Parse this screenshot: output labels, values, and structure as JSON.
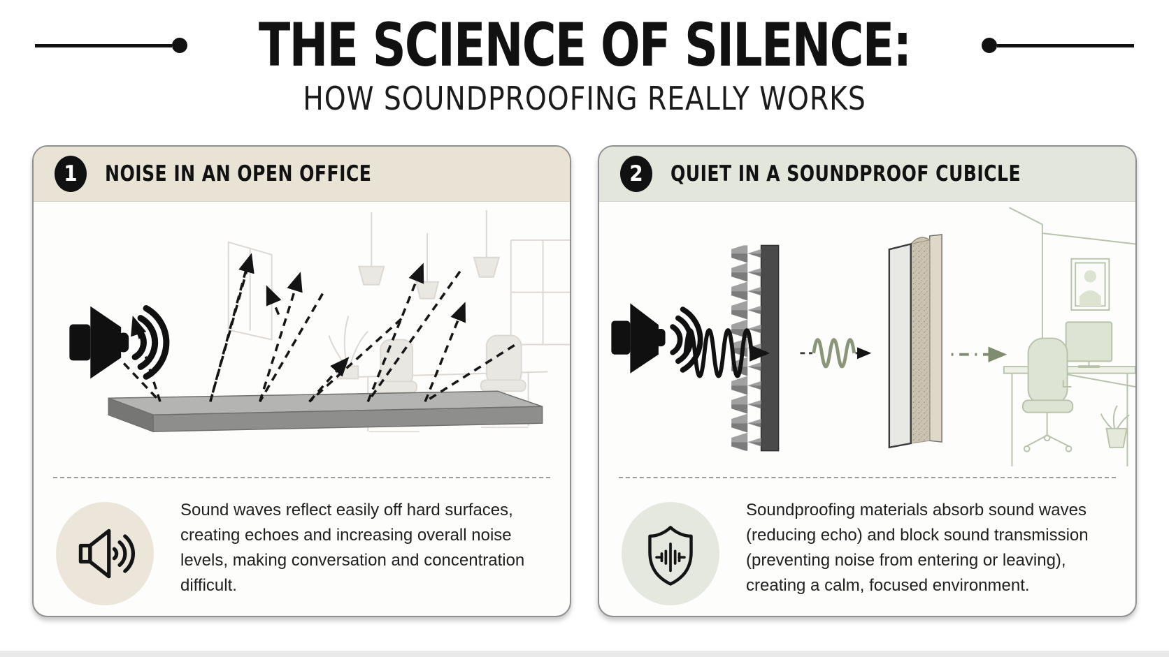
{
  "header": {
    "title": "THE SCIENCE OF SILENCE:",
    "subtitle": "HOW SOUNDPROOFING REALLY WORKS"
  },
  "panels": [
    {
      "number": "1",
      "title": "NOISE IN AN OPEN OFFICE",
      "description": "Sound waves reflect easily off hard surfaces, creating echoes and increasing overall noise levels, making conversation and concentration difficult.",
      "icon": "speaker-outline-icon",
      "header_bg": "#e9e3d6",
      "icon_bg": "#ece6da"
    },
    {
      "number": "2",
      "title": "QUIET IN A SOUNDPROOF CUBICLE",
      "description": "Soundproofing materials absorb sound waves (reducing echo) and block sound transmission (preventing noise from entering or leaving), creating a calm, focused environment.",
      "icon": "shield-soundwave-icon",
      "header_bg": "#e2e6db",
      "icon_bg": "#e4e8de"
    }
  ],
  "colors": {
    "ink": "#111111",
    "panel_border": "#8f8f8f",
    "left_header_bg": "#e9e3d6",
    "right_header_bg": "#e2e6db",
    "absorbed_wave_green": "#8b9579",
    "transmitted_arrow_green": "#7f8d6e",
    "hard_surface_gray": "#9a9a9a",
    "foam_dark_gray": "#4a4a4a"
  }
}
